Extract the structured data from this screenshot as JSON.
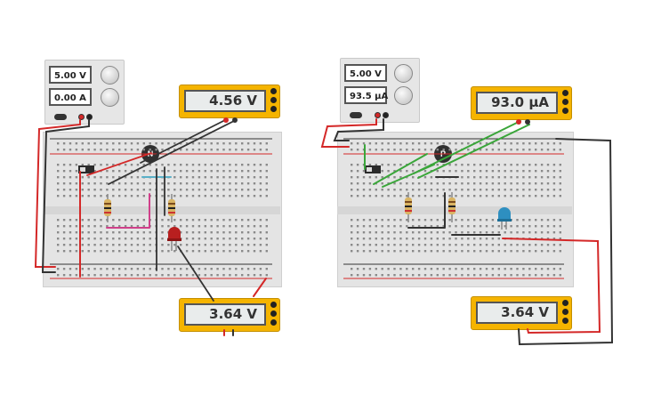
{
  "left_circuit": {
    "psu": {
      "voltage": "5.00 V",
      "current": "0.00 A"
    },
    "meter_top": {
      "reading": "4.56 V"
    },
    "meter_bottom": {
      "reading": "3.64 V"
    },
    "transistor_label": "N"
  },
  "right_circuit": {
    "psu": {
      "voltage": "5.00 V",
      "current": "93.5 µA"
    },
    "meter_top": {
      "reading": "93.0 µA"
    },
    "meter_bottom": {
      "reading": "3.64 V"
    },
    "transistor_label": "P"
  },
  "colors": {
    "wire_red": "#d42828",
    "wire_black": "#333333",
    "wire_green": "#3aa63a",
    "wire_magenta": "#d0408a",
    "wire_cyan": "#5ab0c8",
    "meter_body": "#f5b400",
    "led_red": "#b81f1f",
    "led_blue": "#2e8fc0"
  }
}
